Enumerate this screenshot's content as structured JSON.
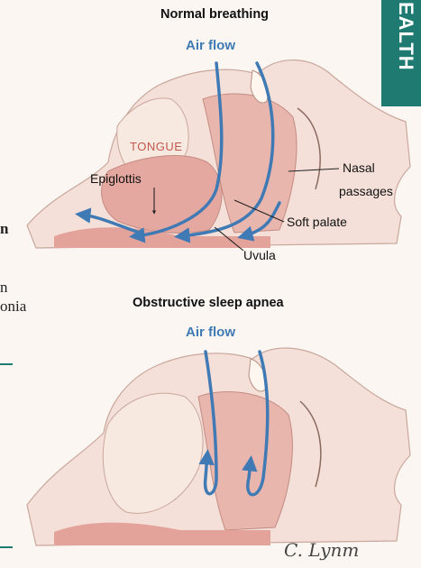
{
  "side_tab": {
    "text": "EALTH",
    "color": "#1f7a72"
  },
  "left_fragments": {
    "f1": "n",
    "f2": "n",
    "f3": "onia"
  },
  "normal": {
    "heading": "Normal breathing",
    "airflow_label": "Air flow",
    "tongue_label": "TONGUE",
    "labels": {
      "epiglottis": "Epiglottis",
      "nasal_1": "Nasal",
      "nasal_2": "passages",
      "soft_palate": "Soft palate",
      "uvula": "Uvula"
    }
  },
  "apnea": {
    "heading": "Obstructive sleep apnea",
    "airflow_label": "Air flow"
  },
  "signature": "C. Lynm",
  "colors": {
    "airflow": "#3f7ab5",
    "tissue": "#e8b6ad",
    "tongue_text": "#c0584f"
  }
}
